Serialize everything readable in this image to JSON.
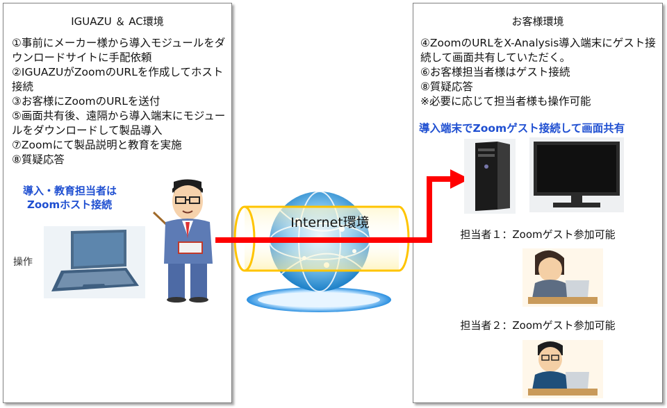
{
  "left": {
    "title": "IGUAZU ＆ AC環境",
    "steps": [
      "①事前にメーカー様から導入モジュールをダウンロードサイトに手配依頼",
      "②IGUAZUがZoomのURLを作成してホスト接続",
      "③お客様にZoomのURLを送付",
      "⑤画面共有後、遠隔から導入端末にモジュールをダウンロードして製品導入",
      "⑦Zoomにて製品説明と教育を実施",
      "⑧質疑応答"
    ],
    "host_label_line1": "導入・教育担当者は",
    "host_label_line2": "Zoomホスト接続",
    "operate_label": "操作"
  },
  "center": {
    "internet_label": "Internet環境"
  },
  "right": {
    "title": "お客様環境",
    "steps": [
      "④ZoomのURLをX-Analysis導入端末にゲスト接続して画面共有していただく。",
      "⑥お客様担当者様はゲスト接続",
      "⑧質疑応答",
      "※必要に応じて担当者様も操作可能"
    ],
    "share_label": "導入端末でZoomゲスト接続して画面共有",
    "person1_label": "担当者１：Zoomゲスト参加可能",
    "person2_label": "担当者２：Zoomゲスト参加可能"
  },
  "colors": {
    "arrow": "#ff0000",
    "accent_blue": "#1f4fd1",
    "border": "#7f7f7f"
  }
}
